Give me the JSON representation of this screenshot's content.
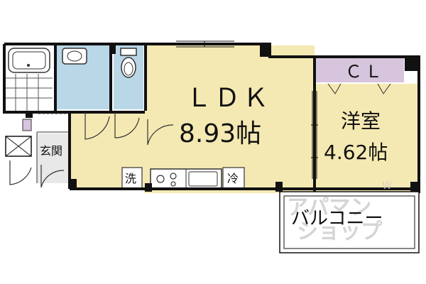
{
  "rooms": {
    "ldk": {
      "name": "ＬＤＫ",
      "size": "8.93帖"
    },
    "western": {
      "name": "洋室",
      "size": "4.62帖"
    },
    "closet": {
      "name": "ＣＬ"
    },
    "entrance": {
      "name": "玄関"
    },
    "washer": {
      "name": "洗"
    },
    "fridge": {
      "name": "冷"
    },
    "balcony": {
      "name": "バルコニー"
    }
  },
  "watermark": {
    "line1": "アパマン",
    "line2": "ショップ",
    "small": "W"
  },
  "colors": {
    "ldk": "#f5e9b3",
    "wet": "#b9d7e6",
    "closet": "#d7c4dd",
    "wall": "#111111",
    "balcony": "#ffffff"
  },
  "icons": [
    "bathtub-icon",
    "sink-icon",
    "toilet-icon",
    "stove-icon",
    "meter-box-icon"
  ]
}
